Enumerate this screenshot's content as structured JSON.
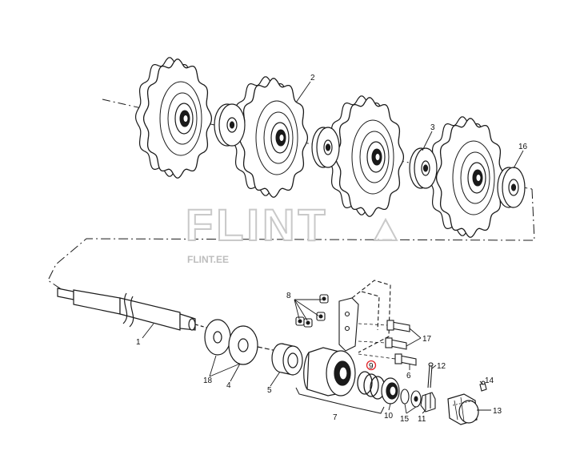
{
  "diagram": {
    "colors": {
      "line": "#1a1a1a",
      "highlight": "#e0262b",
      "watermark": "#c9c9c9",
      "background": "#ffffff"
    },
    "watermark": {
      "logo": "FLINT",
      "url": "FLINT.EE"
    },
    "labels": {
      "p1": "1",
      "p2": "2",
      "p3": "3",
      "p4": "4",
      "p5": "5",
      "p6": "6",
      "p7": "7",
      "p8": "8",
      "p9": "9",
      "p10": "10",
      "p11": "11",
      "p12": "12",
      "p13": "13",
      "p14": "14",
      "p15": "15",
      "p16": "16",
      "p17": "17",
      "p18": "18"
    }
  }
}
